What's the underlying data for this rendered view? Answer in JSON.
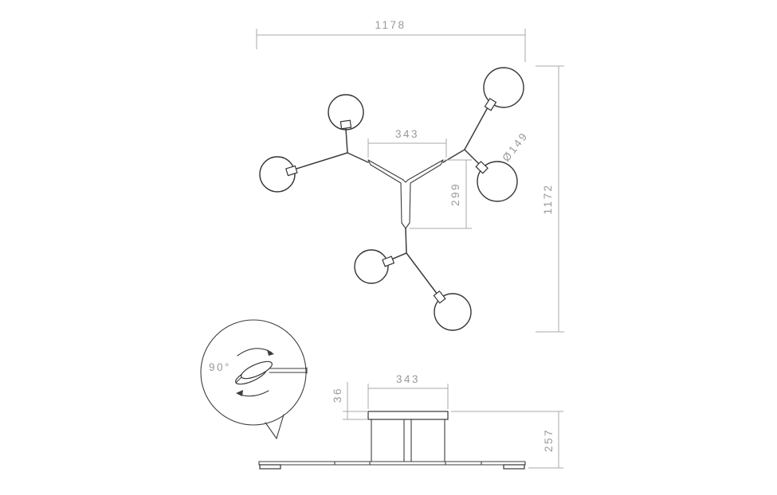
{
  "drawing": {
    "type": "technical-dimension-drawing",
    "subject": "6-arm branching ceiling light fixture, top view and side view with rotation detail"
  },
  "labels": {
    "overall_width": "1178",
    "overall_height": "1172",
    "hub_width": "343",
    "hub_drop": "299",
    "globe_diameter": "Ø149",
    "rotation_angle": "90°",
    "canopy_width": "343",
    "canopy_height": "36",
    "fixture_height": "257"
  },
  "colors": {
    "line": "#3d3d3d",
    "dimension_line": "#a9a9a9",
    "dimension_text": "#999999",
    "background": "#ffffff"
  }
}
